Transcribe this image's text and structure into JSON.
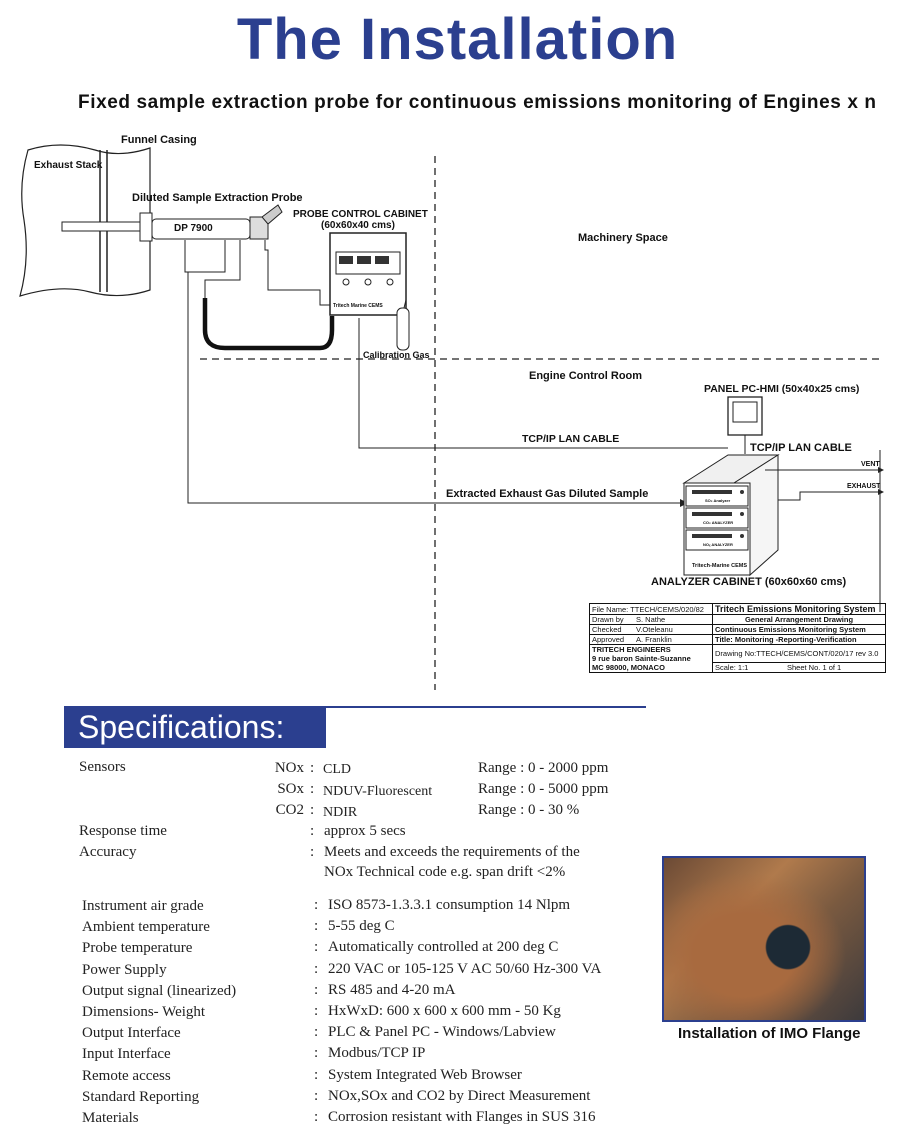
{
  "title": "The Installation",
  "subtitle": "Fixed sample extraction probe for continuous emissions monitoring of Engines x n",
  "diagram": {
    "funnel_casing": "Funnel Casing",
    "exhaust_stack": "Exhaust Stack",
    "probe_label": "Diluted Sample Extraction Probe",
    "probe_model": "DP 7900",
    "probe_cabinet_label": "PROBE CONTROL CABINET",
    "probe_cabinet_size": "(60x60x40 cms)",
    "cabinet_brand": "Tritech Marine CEMS",
    "machinery_space": "Machinery Space",
    "calibration_gas": "Calibration Gas",
    "engine_control_room": "Engine Control Room",
    "panel_pc": "PANEL PC-HMI (50x40x25 cms)",
    "lan_cable_1": "TCP/IP LAN CABLE",
    "lan_cable_2": "TCP/IP LAN CABLE",
    "vent": "VENT",
    "exhaust": "EXHAUST",
    "extracted_sample": "Extracted Exhaust Gas Diluted Sample",
    "analyzer_cabinet": "ANALYZER CABINET (60x60x60 cms)",
    "analyzer_brand": "Tritech-Marine CEMS",
    "analyzer_labels": [
      "SO₂ Analyzer",
      "CO₂ ANALYZER",
      "NOₓ ANALYZER"
    ]
  },
  "title_block": {
    "file_name": "File Name: TTECH/CEMS/020/82",
    "system_name": "Tritech Emissions Monitoring System",
    "drawn_by_label": "Drawn by",
    "drawn_by": "S. Nathe",
    "checked_label": "Checked",
    "checked": "V.Oteleanu",
    "approved_label": "Approved",
    "approved": "A. Franklin",
    "drawing_type": "General Arrangement Drawing",
    "drawing_subject": "Continuous Emissions Monitoring System",
    "drawing_title": "Title: Monitoring -Reporting-Verification",
    "company": "TRITECH ENGINEERS",
    "address1": "9 rue baron Sainte-Suzanne",
    "address2": "MC 98000, MONACO",
    "drawing_no": "Drawing No:TTECH/CEMS/CONT/020/17 rev 3.0",
    "scale": "Scale: 1:1",
    "sheet": "Sheet No. 1 of 1"
  },
  "specifications": {
    "heading": "Specifications:",
    "sensors_label": "Sensors",
    "sensors": [
      {
        "gas": "NOx",
        "method": "CLD",
        "range": "Range : 0 - 2000 ppm"
      },
      {
        "gas": "SOx",
        "method": "NDUV-Fluorescent",
        "range": "Range : 0 - 5000 ppm"
      },
      {
        "gas": "CO2",
        "method": "NDIR",
        "range": "Range : 0 - 30 %"
      }
    ],
    "response_label": "Response time",
    "response_value": "approx 5 secs",
    "accuracy_label": "Accuracy",
    "accuracy_value_1": "Meets and exceeds the requirements of the",
    "accuracy_value_2": "NOx Technical code e.g. span drift <2%",
    "rows": [
      {
        "label": "Instrument air grade",
        "value": "ISO 8573-1.3.3.1 consumption 14 Nlpm"
      },
      {
        "label": "Ambient temperature",
        "value": "5-55 deg C"
      },
      {
        "label": "Probe temperature",
        "value": "Automatically controlled at 200 deg C"
      },
      {
        "label": "Power Supply",
        "value": "220 VAC or 105-125 V AC 50/60 Hz-300 VA"
      },
      {
        "label": "Output signal (linearized)",
        "value": "RS 485 and 4-20 mA"
      },
      {
        "label": "Dimensions- Weight",
        "value": "HxWxD: 600 x 600 x 600 mm - 50 Kg"
      },
      {
        "label": "Output Interface",
        "value": "PLC &  Panel PC - Windows/Labview"
      },
      {
        "label": "Input Interface",
        "value": "Modbus/TCP IP"
      },
      {
        "label": "Remote access",
        "value": "System Integrated Web Browser"
      },
      {
        "label": "Standard Reporting",
        "value": "NOx,SOx and CO2 by Direct Measurement"
      },
      {
        "label": "Materials",
        "value": "Corrosion resistant with Flanges in SUS 316"
      }
    ]
  },
  "photo_caption": "Installation of IMO Flange"
}
